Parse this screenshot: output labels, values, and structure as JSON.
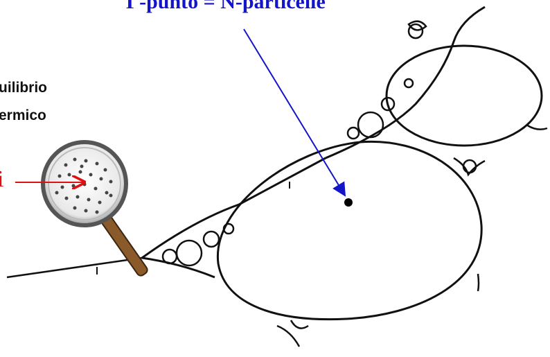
{
  "title": "Γ-punto = N-particelle",
  "side_label": {
    "line1": "uilibrio",
    "line2": "ermico"
  },
  "red_label": "i",
  "colors": {
    "title": "#1515c8",
    "pointer_line": "#1515c8",
    "red_arrow": "#e01010",
    "ink": "#111111",
    "handle": "#8b5a2b"
  },
  "icons": {
    "magnifier": "magnifying-glass-icon"
  }
}
